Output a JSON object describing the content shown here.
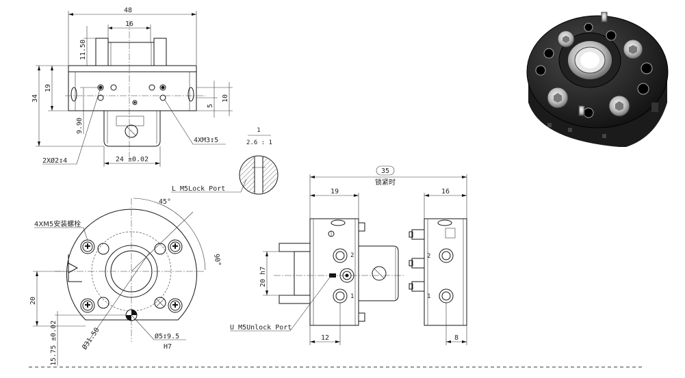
{
  "top_view": {
    "dim_width": "48",
    "dim_slot": "16",
    "dim_pin_height": "11.50",
    "dim_total_height": "34",
    "dim_body": "19",
    "dim_hole_offset": "9.90",
    "dim_right_small": "5",
    "dim_right_10": "10",
    "dim_base_width": "24 ±0.02",
    "label_pin_holes": "2XØ2↧4",
    "label_thread_holes": "4XM3↧5"
  },
  "scale_note": {
    "numerator": "1",
    "denominator": "2.6 : 1"
  },
  "lock_port": {
    "label": "L M5Lock Port"
  },
  "front_view": {
    "label_mount_screws": "4XM5安装螺栓",
    "dim_angle": "45°",
    "dim_90": "90°",
    "dim_20": "20",
    "dim_15_75": "15.75 ±0.02",
    "dim_dia": "Ø31.50",
    "label_pin": "Ø5↧9.5",
    "label_h7": "H7"
  },
  "side_view": {
    "dim_35": "35",
    "label_locked": "锁紧时",
    "dim_19": "19",
    "dim_16": "16",
    "dim_20h7": "20 h7",
    "dim_12": "12",
    "dim_8": "8",
    "label_unlock_port": "U M5Unlock Port",
    "port_num_1": "1",
    "port_num_2": "2"
  }
}
